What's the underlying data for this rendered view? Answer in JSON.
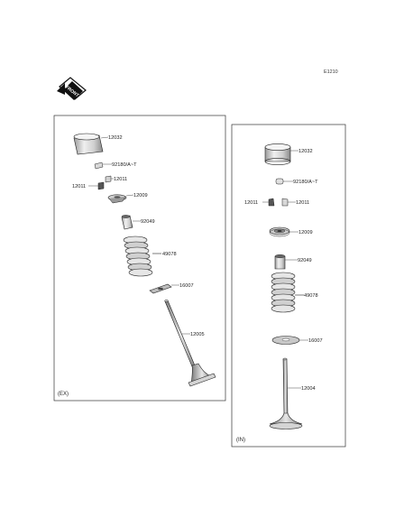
{
  "diagram_code": "E1210",
  "front_badge": "FRONT",
  "colors": {
    "line": "#222222",
    "part_fill": "#e2e2e2",
    "shade": "#b5b5b5",
    "dark": "#555555"
  },
  "panels": {
    "exhaust": {
      "label": "(EX)",
      "parts": {
        "tappet": "12032",
        "shim": "92180/A~T",
        "keeper_r": "12011",
        "keeper_l": "12011",
        "retainer": "12009",
        "seal": "92049",
        "spring": "49078",
        "seat": "16007",
        "valve": "12005"
      }
    },
    "intake": {
      "label": "(IN)",
      "parts": {
        "tappet": "12032",
        "shim": "92180/A~T",
        "keeper_l": "12011",
        "keeper_r": "12011",
        "retainer": "12009",
        "seal": "92049",
        "spring": "49078",
        "seat": "16007",
        "valve": "12004"
      }
    }
  }
}
